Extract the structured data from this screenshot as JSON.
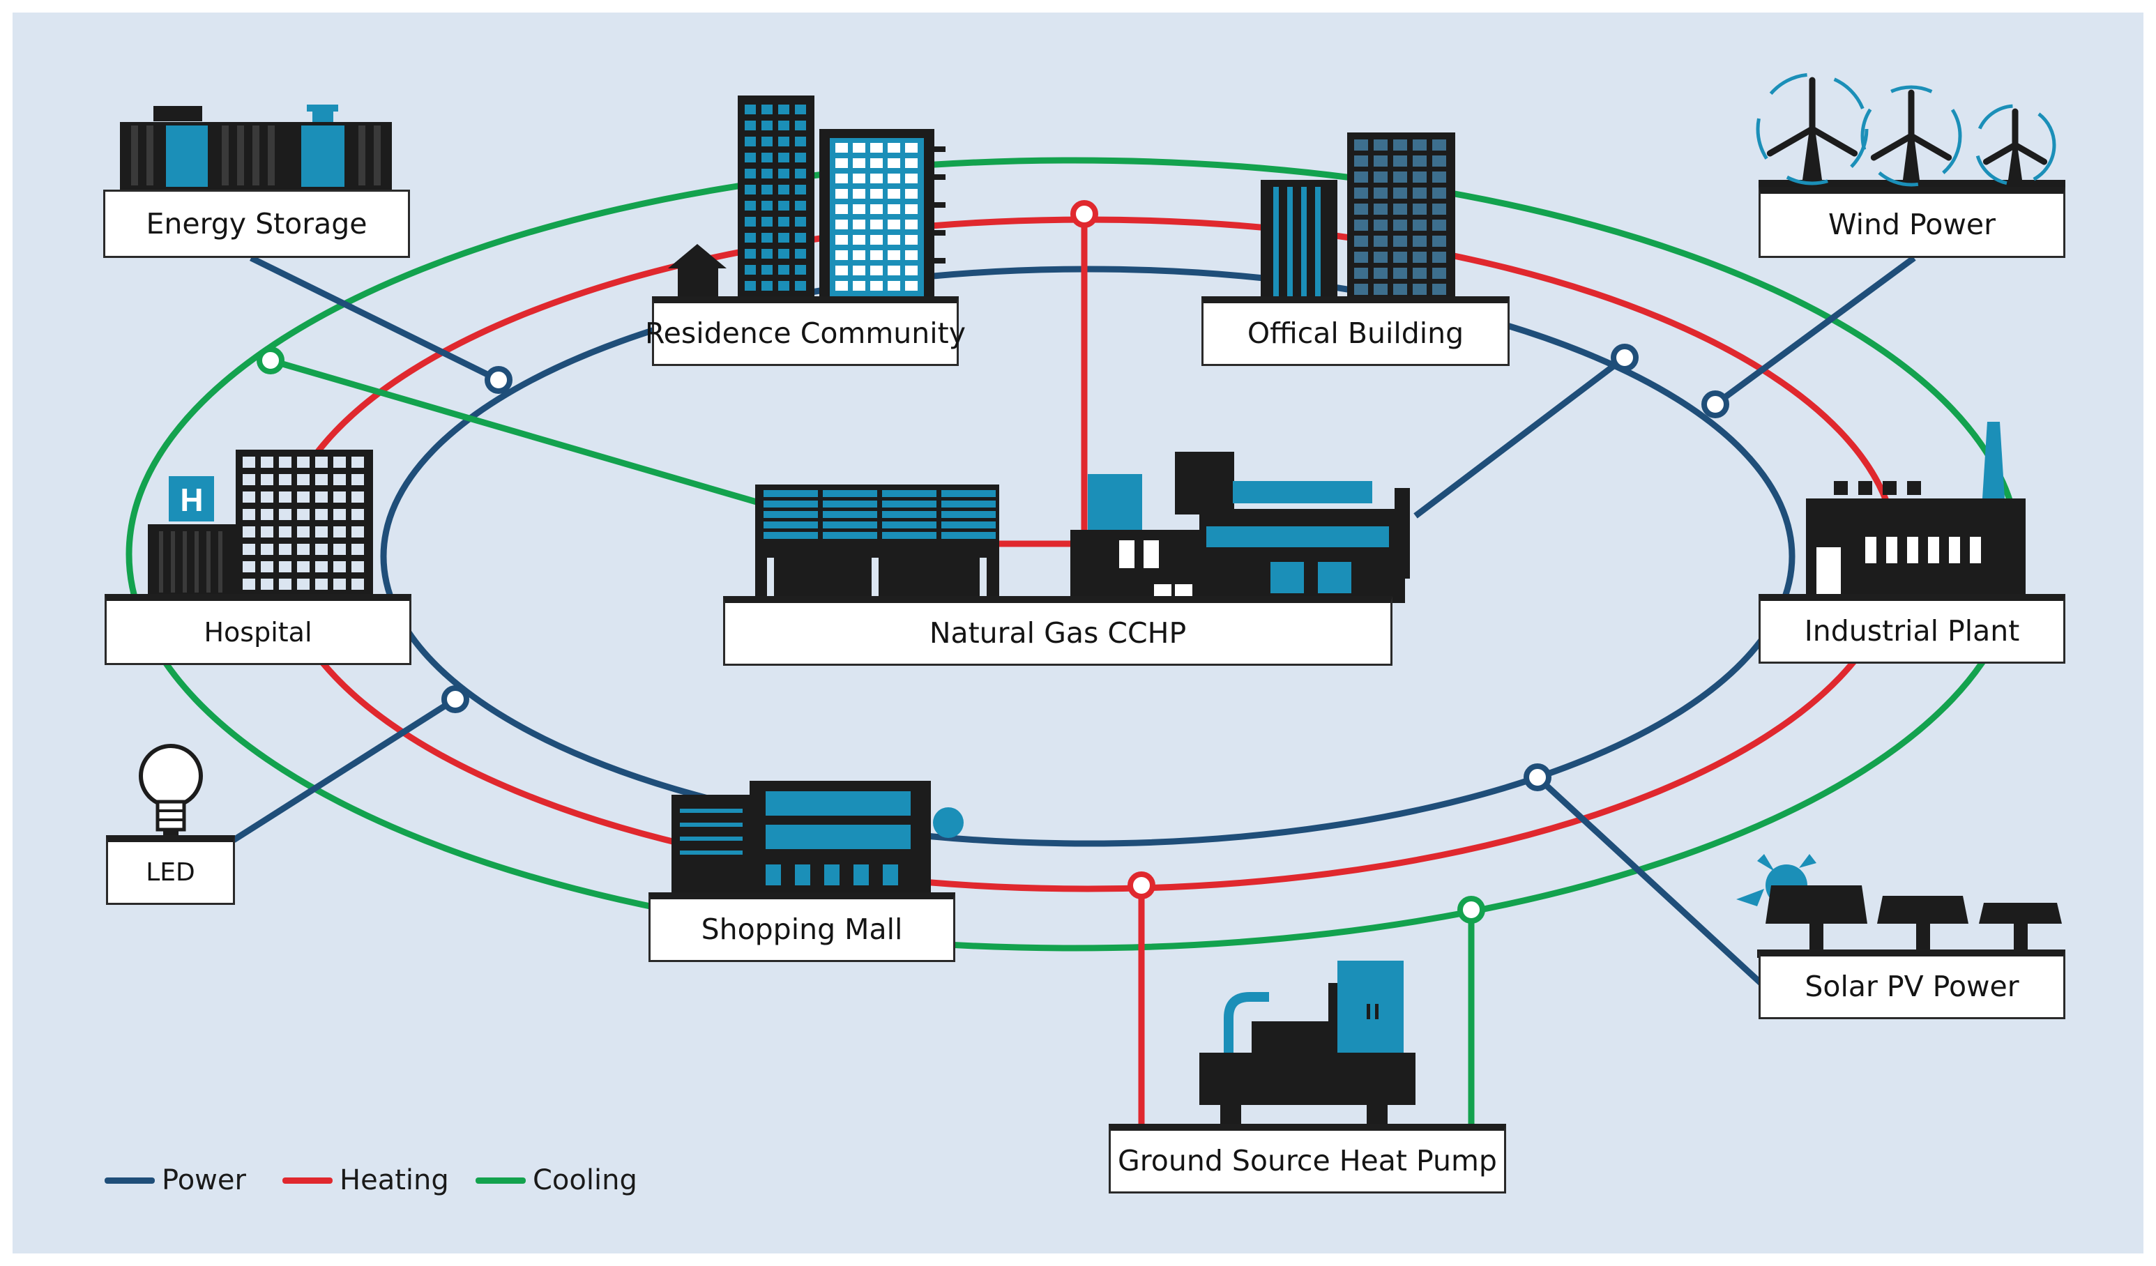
{
  "colors": {
    "power": "#1f4e79",
    "heating": "#e0282e",
    "cooling": "#13a24e",
    "building": "#1c1c1c",
    "accent": "#1b8fb8",
    "background": "#dbe5f1"
  },
  "nodes": {
    "energy_storage": "Energy Storage",
    "residence": "Residence Community",
    "office": "Offical Building",
    "wind": "Wind Power",
    "hospital": "Hospital",
    "cchp": "Natural Gas CCHP",
    "industrial": "Industrial Plant",
    "led": "LED",
    "mall": "Shopping Mall",
    "solar": "Solar PV Power",
    "heat_pump": "Ground Source Heat Pump"
  },
  "legend": [
    {
      "label": "Power",
      "color": "#1f4e79"
    },
    {
      "label": "Heating",
      "color": "#e0282e"
    },
    {
      "label": "Cooling",
      "color": "#13a24e"
    }
  ],
  "icons": {
    "hospital_sign": "H"
  }
}
